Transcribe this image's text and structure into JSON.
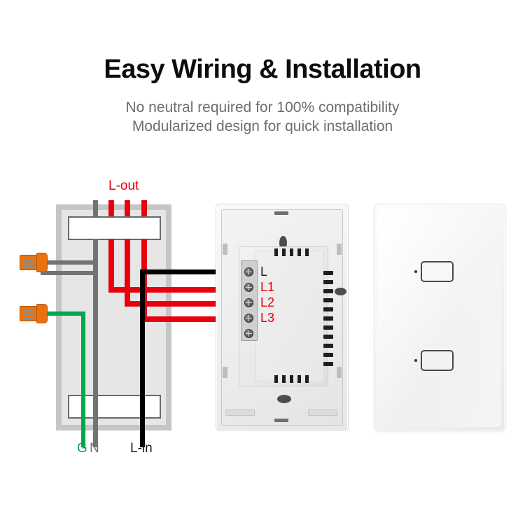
{
  "header": {
    "title": "Easy Wiring & Installation",
    "subtitle_line1": "No neutral required for 100% compatibility",
    "subtitle_line2": "Modularized design for quick installation"
  },
  "colors": {
    "live_wire": "#e8000d",
    "neutral_wire": "#737373",
    "ground_wire": "#00a651",
    "line_in_wire": "#000000",
    "wire_nut": "#e87211",
    "title_text": "#0d0d0d",
    "subtitle_text": "#6d6d6d"
  },
  "diagram": {
    "labels": {
      "l_out": "L-out",
      "ground": "G",
      "neutral": "N",
      "l_in": "L-in"
    },
    "wire_nuts": [
      {
        "name": "neutral-wire-nut"
      },
      {
        "name": "ground-wire-nut"
      }
    ]
  },
  "module": {
    "terminals": [
      {
        "id": "L",
        "label": "L",
        "color": "#1a1a1a",
        "wire": "line-in"
      },
      {
        "id": "L1",
        "label": "L1",
        "color": "#e8000d",
        "wire": "load-1"
      },
      {
        "id": "L2",
        "label": "L2",
        "color": "#e8000d",
        "wire": "load-2"
      },
      {
        "id": "L3",
        "label": "L3",
        "color": "#e8000d",
        "wire": "load-3"
      },
      {
        "id": "spare",
        "label": "",
        "color": "#1a1a1a",
        "wire": ""
      }
    ]
  },
  "glass_switch": {
    "keys": [
      {
        "name": "touch-key-top",
        "indicator": "led"
      },
      {
        "name": "touch-key-bottom",
        "indicator": "led"
      }
    ]
  }
}
